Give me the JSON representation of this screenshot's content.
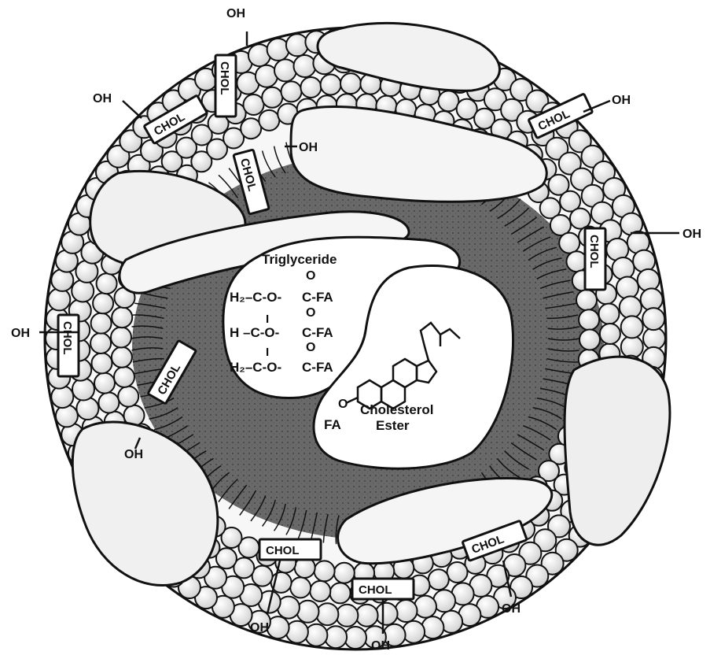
{
  "core": {
    "triglyceride": {
      "title": "Triglyceride",
      "rows": [
        {
          "left": "H₂–C-O-",
          "right": "C-FA"
        },
        {
          "left": "H –C-O-",
          "right": "C-FA"
        },
        {
          "left": "H₂–C-O-",
          "right": "C-FA"
        }
      ],
      "carbonyl_o": "O",
      "bond": "I"
    },
    "cholesterol_ester": {
      "line1": "Cholesterol",
      "line2": "Ester",
      "oxygen": "O",
      "fa": "FA"
    }
  },
  "shell": {
    "chol_label": "CHOL",
    "hydroxyl_label": "OH"
  }
}
